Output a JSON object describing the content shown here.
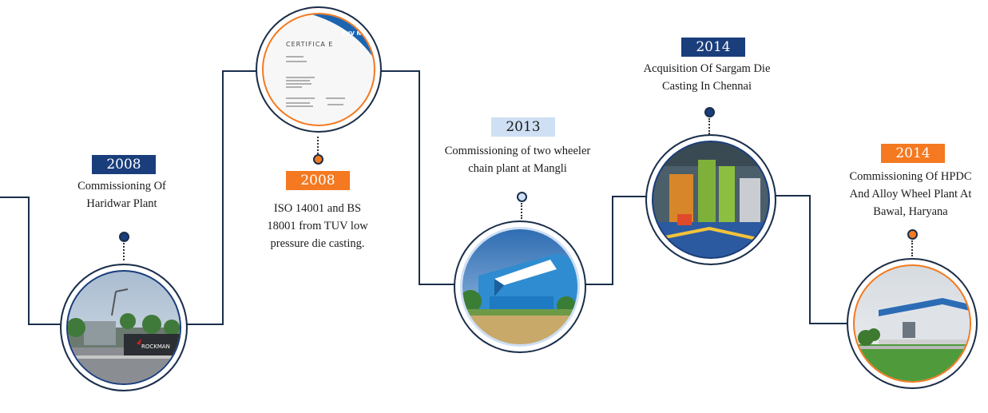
{
  "milestones": [
    {
      "year": "2008",
      "text": "Commissioning Of\nHaridwar Plant",
      "badge_color": "#1a3d7c",
      "badge_text_color": "#ffffff",
      "dot_color": "#1a3d7c",
      "ring_color": "#1a3d7c",
      "image": "haridwar-plant-photo",
      "sign_text": "ROCKMAN"
    },
    {
      "year": "2008",
      "text": "ISO 14001 and BS\n18001 from TUV low\npressure die casting.",
      "badge_color": "#f47920",
      "badge_text_color": "#ffffff",
      "dot_color": "#f47920",
      "ring_color": "#f47920",
      "image": "tuv-certificate-photo",
      "cert_title": "CERTIFICA   E",
      "cert_brand": "TUV NO"
    },
    {
      "year": "2013",
      "text": "Commissioning of two wheeler\nchain plant at Mangli",
      "badge_color": "#cfe0f5",
      "badge_text_color": "#1a1a1a",
      "dot_color": "#cfe0f5",
      "ring_color": "#cfe0f5",
      "image": "mangli-plant-photo"
    },
    {
      "year": "2014",
      "text": "Acquisition Of Sargam Die\nCasting In Chennai",
      "badge_color": "#1a3d7c",
      "badge_text_color": "#ffffff",
      "dot_color": "#1a3d7c",
      "ring_color": "#1a3d7c",
      "image": "chennai-factory-photo"
    },
    {
      "year": "2014",
      "text": "Commissioning Of HPDC\nAnd Alloy Wheel Plant At\nBawal, Haryana",
      "badge_color": "#f47920",
      "badge_text_color": "#ffffff",
      "dot_color": "#f47920",
      "ring_color": "#f47920",
      "image": "bawal-plant-photo"
    }
  ],
  "colors": {
    "line": "#1a2e4a",
    "outer_ring": "#1a2e4a"
  }
}
